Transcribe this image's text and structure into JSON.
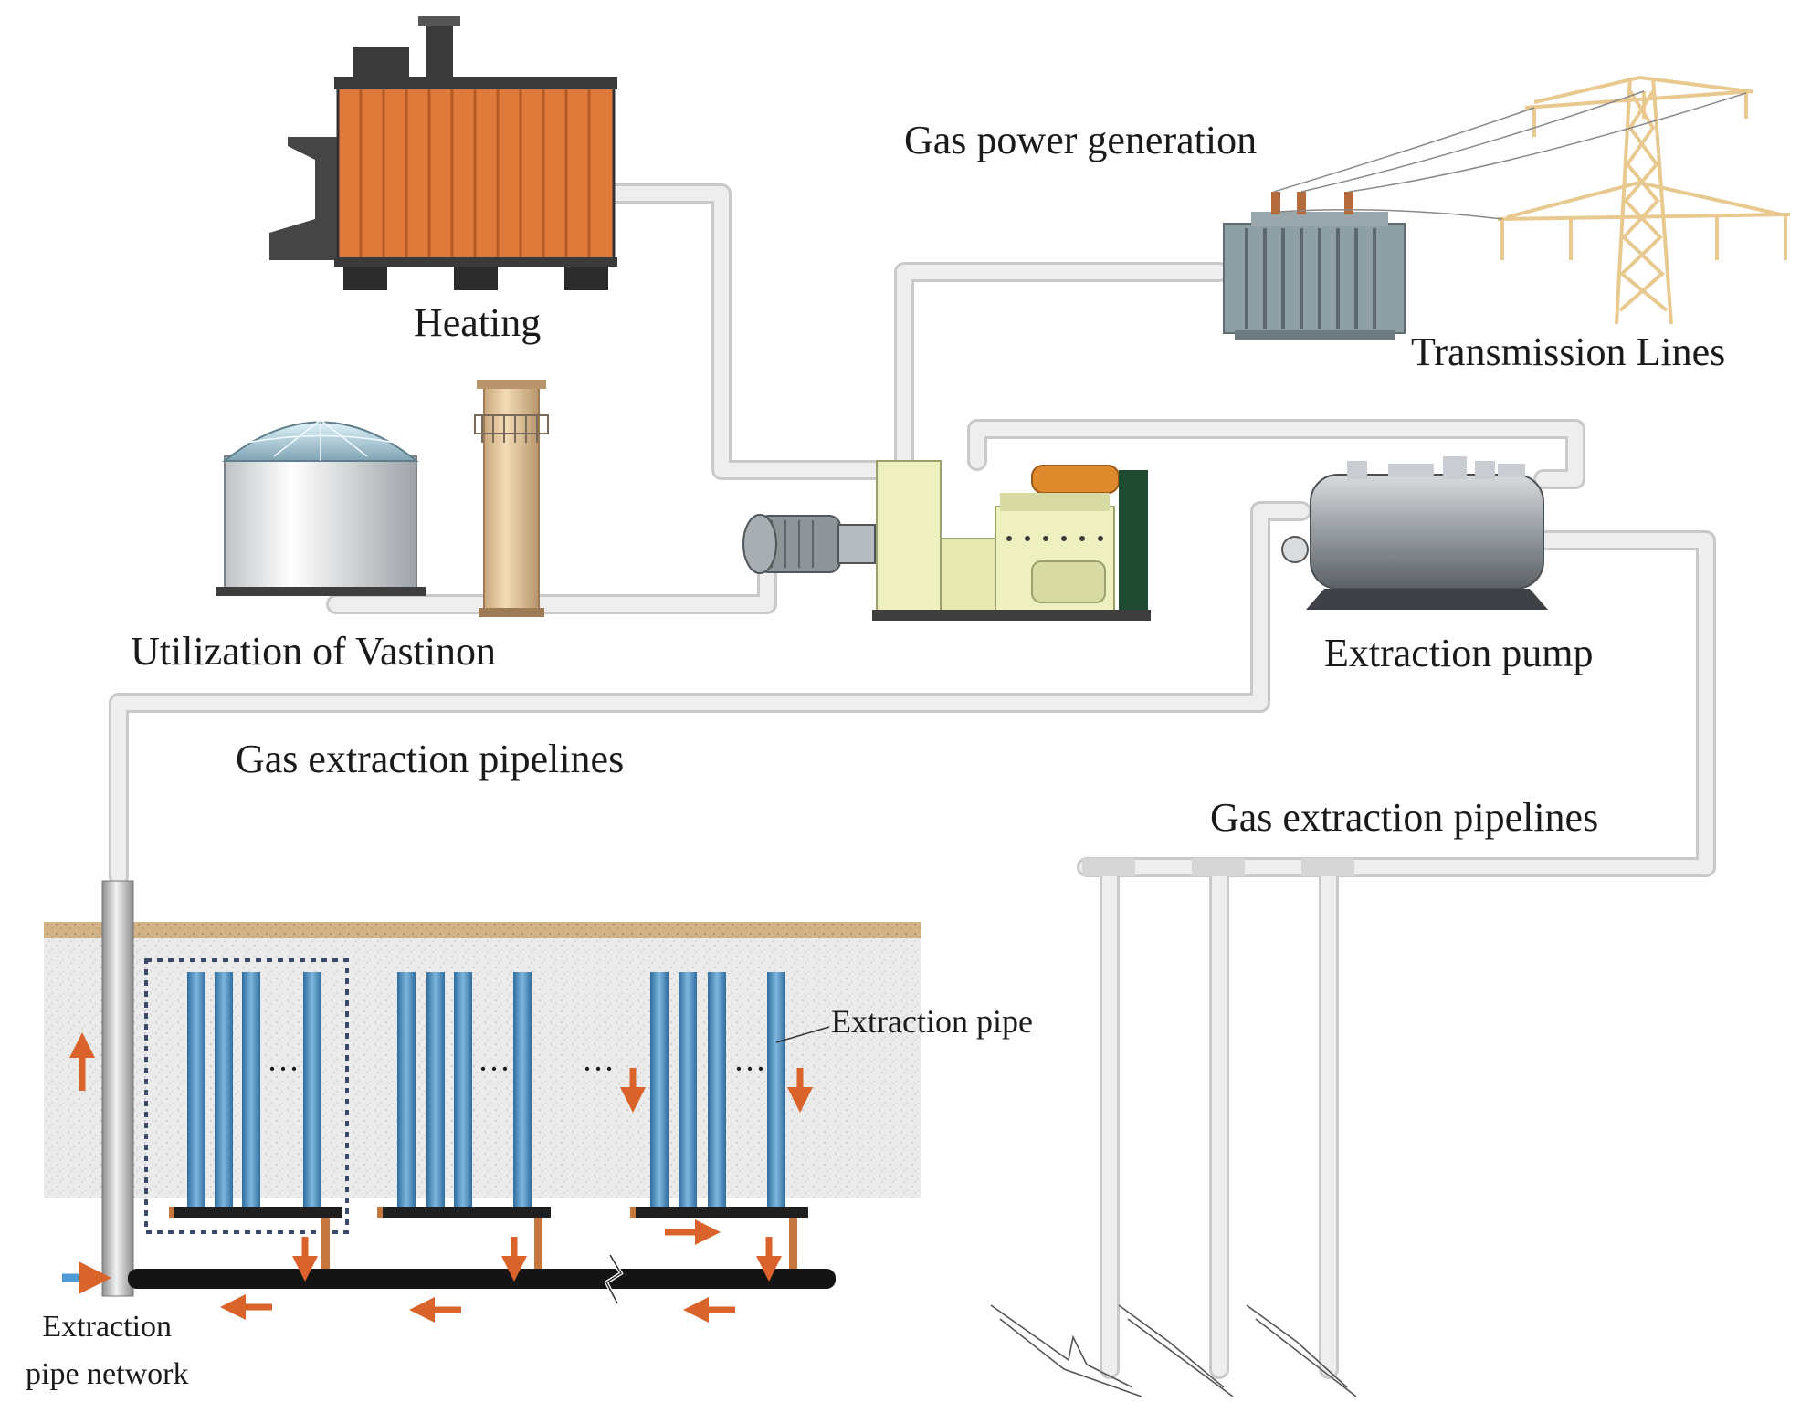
{
  "labels": {
    "heating": "Heating",
    "gas_power": "Gas power generation",
    "transmission": "Transmission Lines",
    "utilization": "Utilization of Vastinon",
    "extraction_pump": "Extraction pump",
    "gas_pipelines_left": "Gas extraction pipelines",
    "gas_pipelines_right": "Gas extraction pipelines",
    "extraction_pipe": "Extraction pipe",
    "network_line1": "Extraction",
    "network_line2": "pipe network",
    "ellipsis": "···"
  },
  "colors": {
    "pipe": "#e4e4e4",
    "pipe_edge": "#c9c9c9",
    "boiler_orange": "#e07a3a",
    "dark": "#2b2b2b",
    "soil": "#e9e9e9",
    "soil_top": "#c9a878",
    "blue_pipe": "#4f8fc2",
    "arrow_orange": "#d9632a",
    "arrow_blue": "#4f9bd6",
    "tower": "#f1d8ad",
    "engine_yellow": "#eef0bf",
    "transformer": "#8f9fa6"
  },
  "icons": {
    "boiler": "boiler-icon",
    "tower": "transmission-tower-icon",
    "transformer": "transformer-icon",
    "tank": "gas-storage-tank-icon",
    "chimney": "chimney-icon",
    "blower": "blower-icon",
    "generator": "generator-set-icon",
    "pump": "extraction-pump-icon"
  }
}
